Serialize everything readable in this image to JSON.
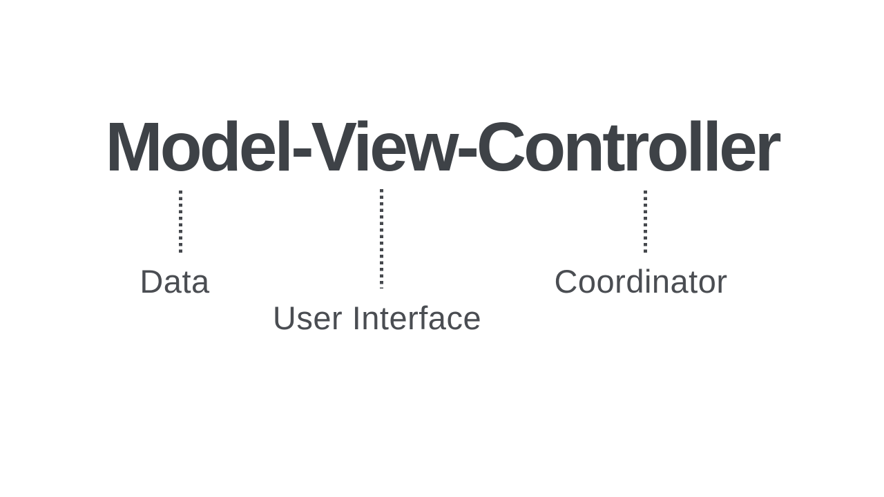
{
  "page": {
    "background_color": "#ffffff",
    "ink_color": "#3e4247",
    "label_color": "#4a4d52"
  },
  "diagram": {
    "title": "Model-View-Controller",
    "annotations": [
      {
        "term": "Model",
        "label": "Data"
      },
      {
        "term": "View",
        "label": "User Interface"
      },
      {
        "term": "Controller",
        "label": "Coordinator"
      }
    ]
  }
}
